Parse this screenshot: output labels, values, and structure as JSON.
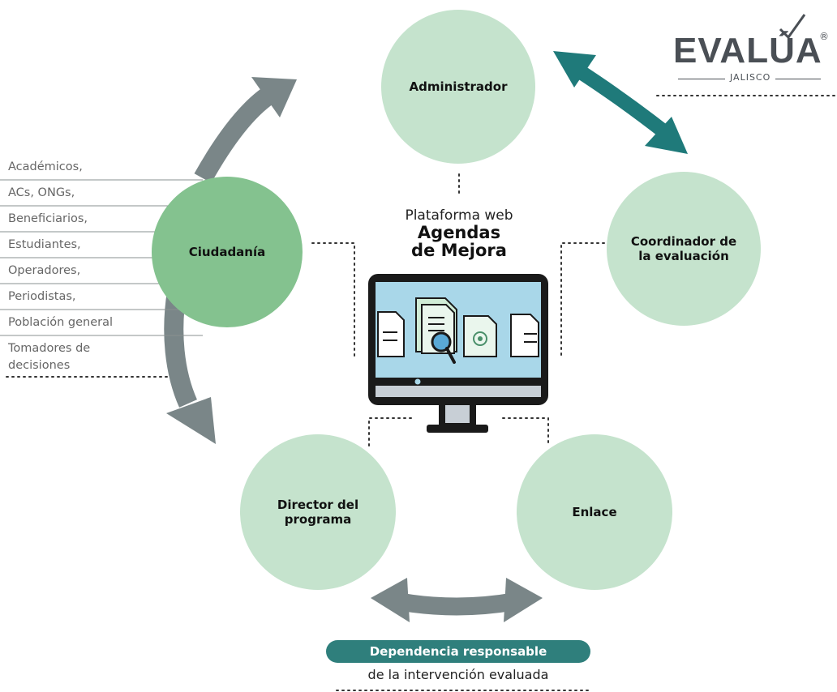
{
  "logo": {
    "brand": "EVALÚA",
    "region": "JALISCO",
    "mark": "®"
  },
  "platform": {
    "subtitle": "Plataforma web",
    "title_line1": "Agendas",
    "title_line2": "de Mejora"
  },
  "roles": {
    "administrador": "Administrador",
    "coordinador": "Coordinador de\nla evaluación",
    "ciudadania": "Ciudadanía",
    "director": "Director del\nprograma",
    "enlace": "Enlace"
  },
  "stakeholders": [
    "Académicos,",
    "ACs, ONGs,",
    "Beneficiarios,",
    "Estudiantes,",
    "Operadores,",
    "Periodistas,",
    "Población general",
    "Tomadores de\ndecisiones"
  ],
  "bottom": {
    "badge": "Dependencia responsable",
    "caption": "de la intervención evaluada"
  },
  "colors": {
    "circle_light": "#c5e3cd",
    "circle_dark": "#84c28f",
    "arrow_gray": "#7a8688",
    "arrow_teal": "#1f7a7a",
    "badge_teal": "#2f7f7c",
    "screen": "#a9d7e9",
    "monitor": "#1a1a1a"
  }
}
